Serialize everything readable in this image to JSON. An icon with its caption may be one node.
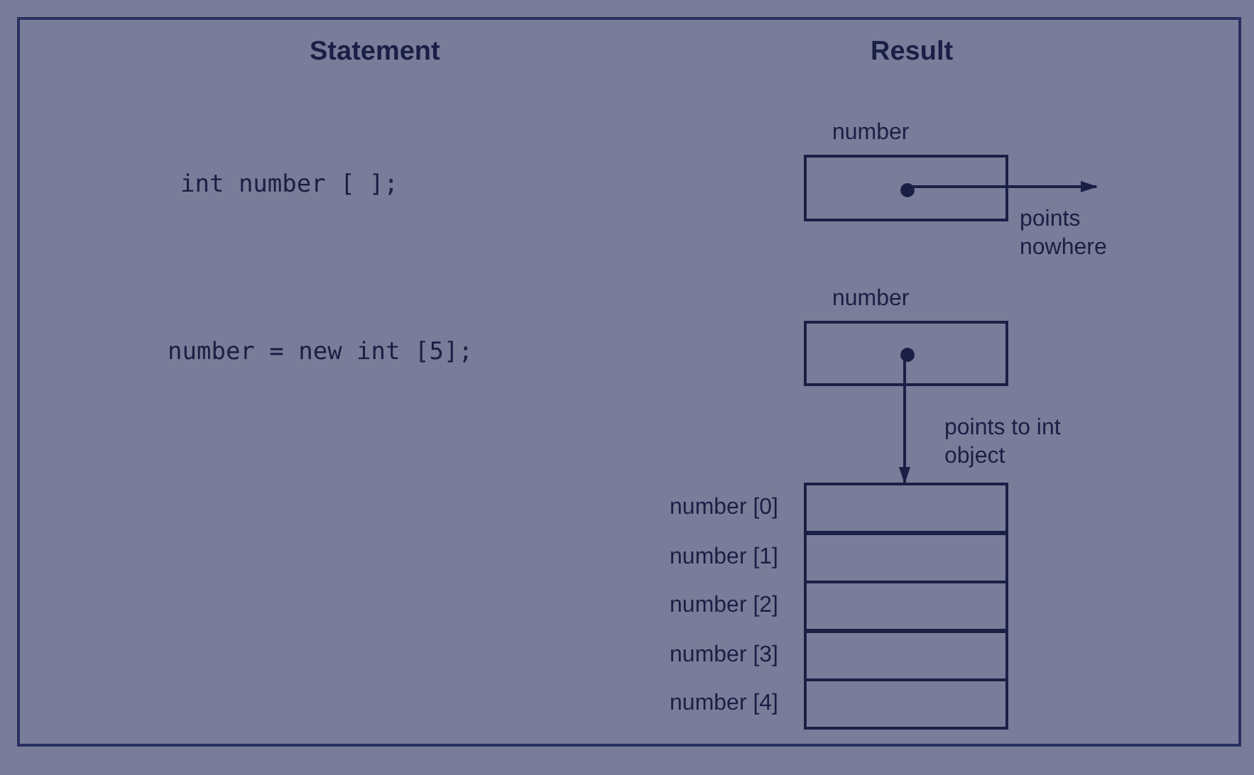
{
  "diagram": {
    "nodes": [
      {
        "text": [
          "number"
        ]
      },
      {
        "text": [
          "number"
        ]
      },
      {
        "text": [],
        "shape": "box",
        "beside": [
          "number [0]"
        ]
      },
      {
        "text": [],
        "shape": "box",
        "beside": [
          "number [1]"
        ]
      },
      {
        "text": [],
        "shape": "box",
        "beside": [
          "number [2]"
        ]
      },
      {
        "text": [],
        "shape": "box",
        "beside": [
          "number [3]"
        ]
      },
      {
        "text": [],
        "shape": "box",
        "beside": [
          "number [4]"
        ]
      }
    ],
    "edges": [
      {
        "from": 0,
        "to": null,
        "arrow": "to",
        "label": "points nowhere"
      },
      {
        "from": 1,
        "to": 2,
        "arrow": "to",
        "label": "points to int object"
      }
    ],
    "labels": [
      "Statement",
      "Result",
      "int number [ ];",
      "number = new int [5];"
    ]
  }
}
